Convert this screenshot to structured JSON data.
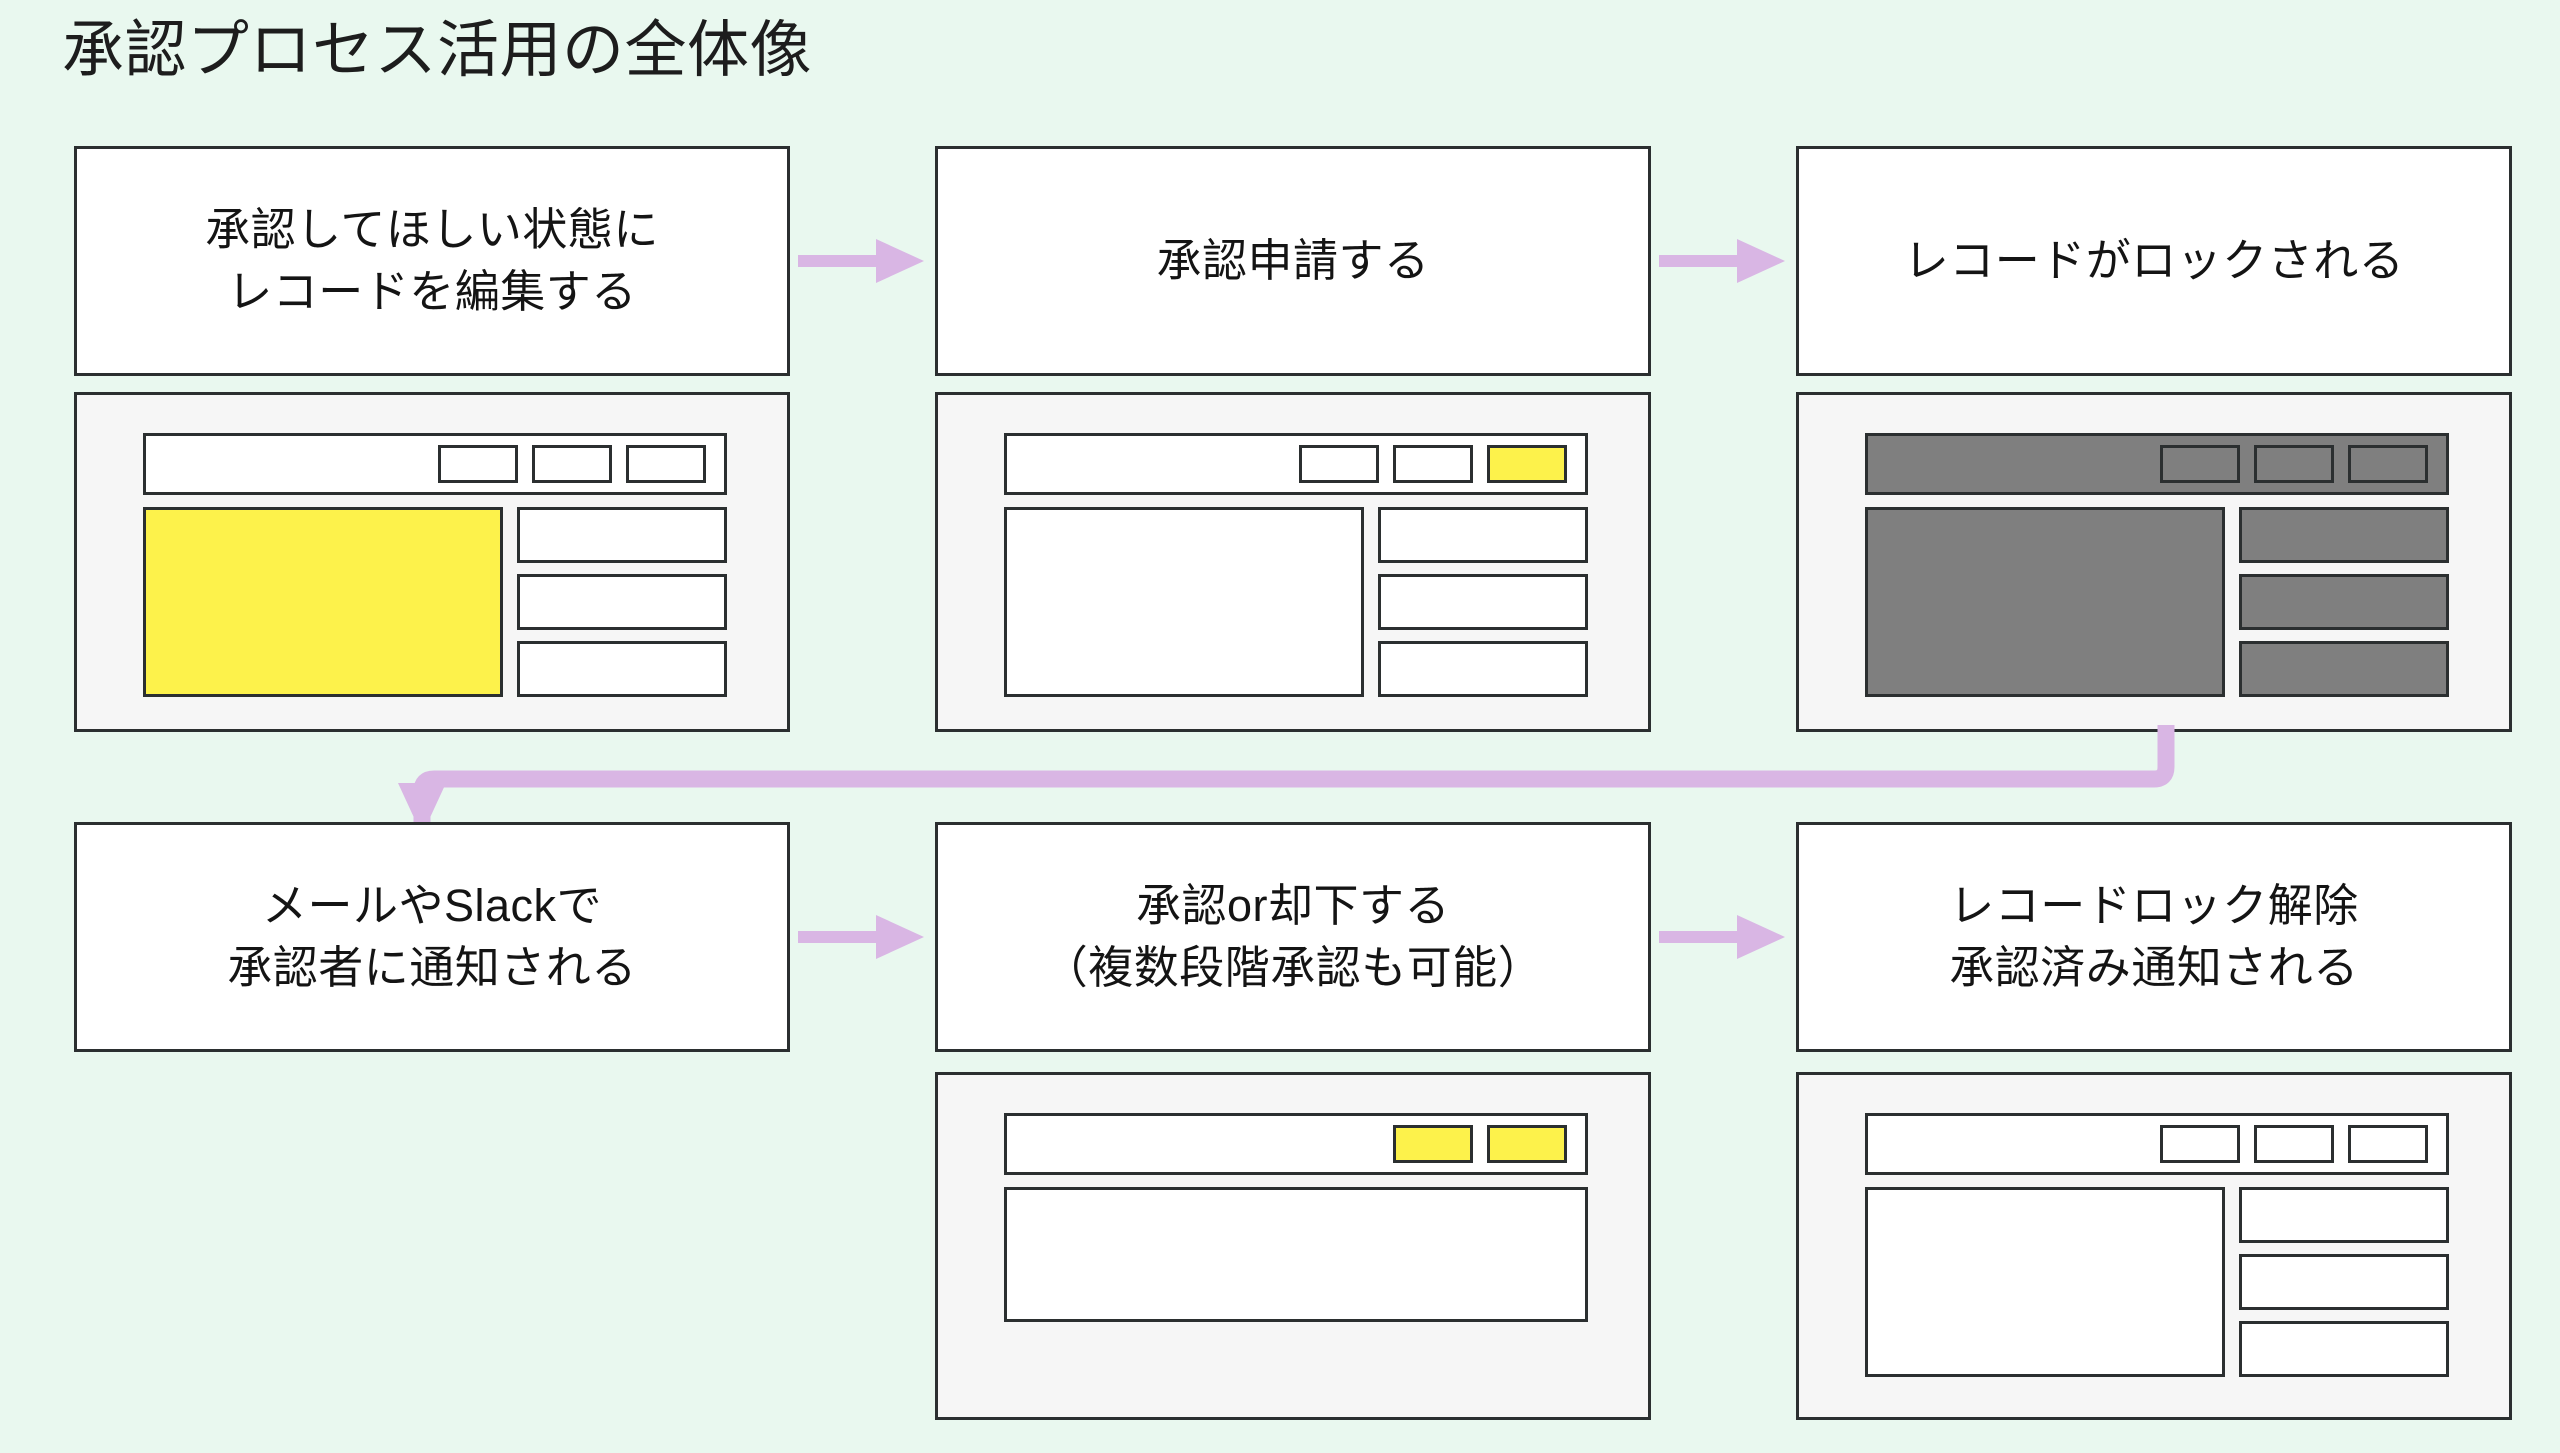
{
  "page": {
    "title": "承認プロセス活用の全体像",
    "background_color": "#e9f8ef",
    "accent_arrow_color": "#d9b6e4",
    "highlight_color": "#fdf24b",
    "locked_color": "#7f7f7f",
    "border_color": "#2b2f30"
  },
  "steps": [
    {
      "id": "step-1",
      "label": "承認してほしい状態に\nレコードを編集する",
      "mockup": {
        "id": "mockup-1",
        "state": "editing",
        "toolbar_buttons": [
          "plain",
          "plain",
          "plain"
        ],
        "main_panel": "highlighted",
        "side_panels": [
          "plain",
          "plain",
          "plain"
        ]
      }
    },
    {
      "id": "step-2",
      "label": "承認申請する",
      "mockup": {
        "id": "mockup-2",
        "state": "submitting",
        "toolbar_buttons": [
          "plain",
          "plain",
          "highlighted"
        ],
        "main_panel": "plain",
        "side_panels": [
          "plain",
          "plain",
          "plain"
        ]
      }
    },
    {
      "id": "step-3",
      "label": "レコードがロックされる",
      "mockup": {
        "id": "mockup-3",
        "state": "locked",
        "toolbar_buttons": [
          "dimmed",
          "dimmed",
          "dimmed"
        ],
        "main_panel": "dimmed",
        "side_panels": [
          "dimmed",
          "dimmed",
          "dimmed"
        ]
      }
    },
    {
      "id": "step-4",
      "label": "メールやSlackで\n承認者に通知される",
      "mockup": null
    },
    {
      "id": "step-5",
      "label": "承認or却下する\n（複数段階承認も可能）",
      "mockup": {
        "id": "mockup-5",
        "state": "approve-reject",
        "toolbar_buttons": [
          "highlighted",
          "highlighted"
        ],
        "main_panel": "plain",
        "side_panels": []
      }
    },
    {
      "id": "step-6",
      "label": "レコードロック解除\n承認済み通知される",
      "mockup": {
        "id": "mockup-6",
        "state": "unlocked",
        "toolbar_buttons": [
          "plain",
          "plain",
          "plain"
        ],
        "main_panel": "plain",
        "side_panels": [
          "plain",
          "plain",
          "plain"
        ]
      }
    }
  ],
  "connectors": [
    {
      "id": "arrow-step1-step2",
      "from": "step-1",
      "to": "step-2",
      "direction": "right"
    },
    {
      "id": "arrow-step2-step3",
      "from": "step-2",
      "to": "step-3",
      "direction": "right"
    },
    {
      "id": "arrow-step3-step4",
      "from": "step-3",
      "to": "step-4",
      "direction": "wrap-down-left"
    },
    {
      "id": "arrow-step4-step5",
      "from": "step-4",
      "to": "step-5",
      "direction": "right"
    },
    {
      "id": "arrow-step5-step6",
      "from": "step-5",
      "to": "step-6",
      "direction": "right"
    }
  ]
}
